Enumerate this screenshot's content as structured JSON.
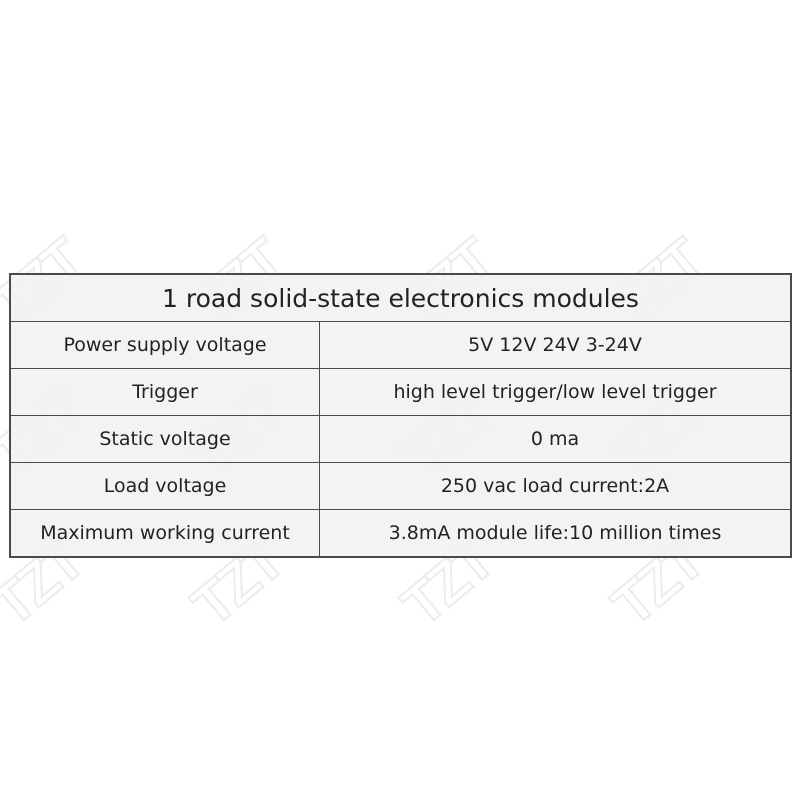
{
  "watermark": {
    "text": "TZT"
  },
  "table": {
    "title": "1 road solid-state electronics modules",
    "rows": [
      {
        "label": "Power supply voltage",
        "value": "5V 12V 24V 3-24V"
      },
      {
        "label": "Trigger",
        "value": "high level trigger/low level trigger"
      },
      {
        "label": "Static voltage",
        "value": "0 ma"
      },
      {
        "label": "Load voltage",
        "value": "250 vac load current:2A"
      },
      {
        "label": "Maximum working current",
        "value": "3.8mA module life:10 million times"
      }
    ]
  }
}
